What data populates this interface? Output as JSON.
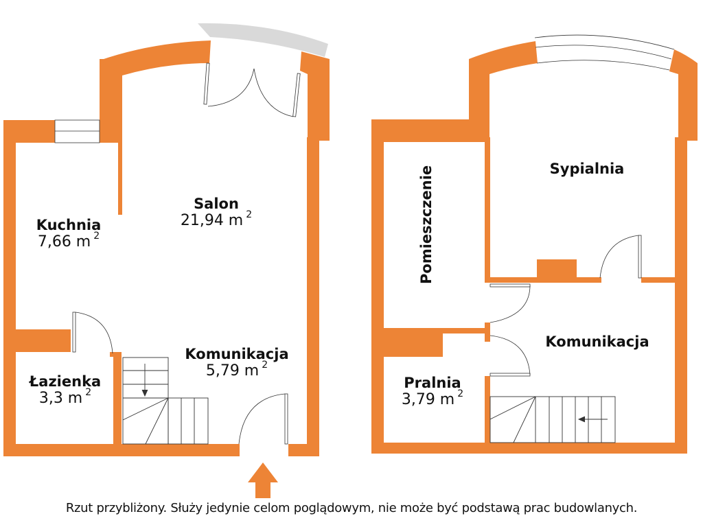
{
  "colors": {
    "wall": "#ED8436",
    "balcony": "#D9D9D9",
    "line": "#333333",
    "text": "#111111"
  },
  "floors": [
    {
      "id": "ground-floor",
      "rooms": [
        {
          "name": "Kuchnia",
          "area": "7,66 m",
          "unit_exp": "2"
        },
        {
          "name": "Salon",
          "area": "21,94 m",
          "unit_exp": "2"
        },
        {
          "name": "Łazienka",
          "area": "3,3 m",
          "unit_exp": "2"
        },
        {
          "name": "Komunikacja",
          "area": "5,79 m",
          "unit_exp": "2"
        }
      ],
      "entrance_arrow": "up-arrow"
    },
    {
      "id": "upper-floor",
      "rooms": [
        {
          "name": "Pomieszczenie"
        },
        {
          "name": "Sypialnia"
        },
        {
          "name": "Komunikacja"
        },
        {
          "name": "Pralnia",
          "area": "3,79 m",
          "unit_exp": "2"
        }
      ]
    }
  ],
  "disclaimer": "Rzut przybliżony. Służy jedynie celom poglądowym, nie może być podstawą prac budowlanych."
}
